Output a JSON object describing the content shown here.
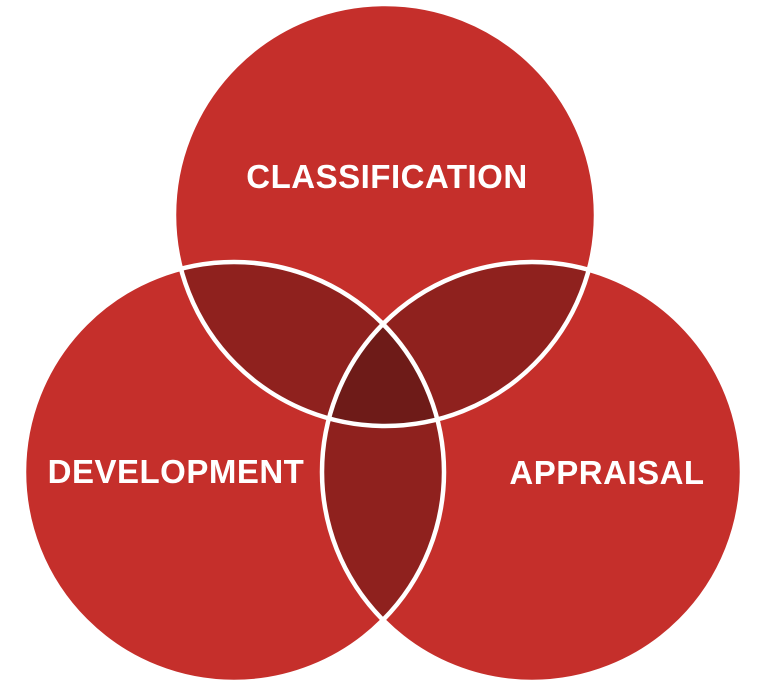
{
  "diagram": {
    "type": "venn-3-circles",
    "labels": {
      "top_circle": "CLASSIFICATION",
      "bottom_left_circle": "DEVELOPMENT",
      "bottom_right_circle": "APPRAISAL"
    },
    "colors": {
      "background": "#FFFFFF",
      "circle_fill": "#C52F2B",
      "pair_overlap_fill": "#8F211E",
      "triple_overlap_fill": "#6E1B18",
      "circle_outline": "#FFFFFF",
      "label_text": "#FFFFFF"
    }
  }
}
